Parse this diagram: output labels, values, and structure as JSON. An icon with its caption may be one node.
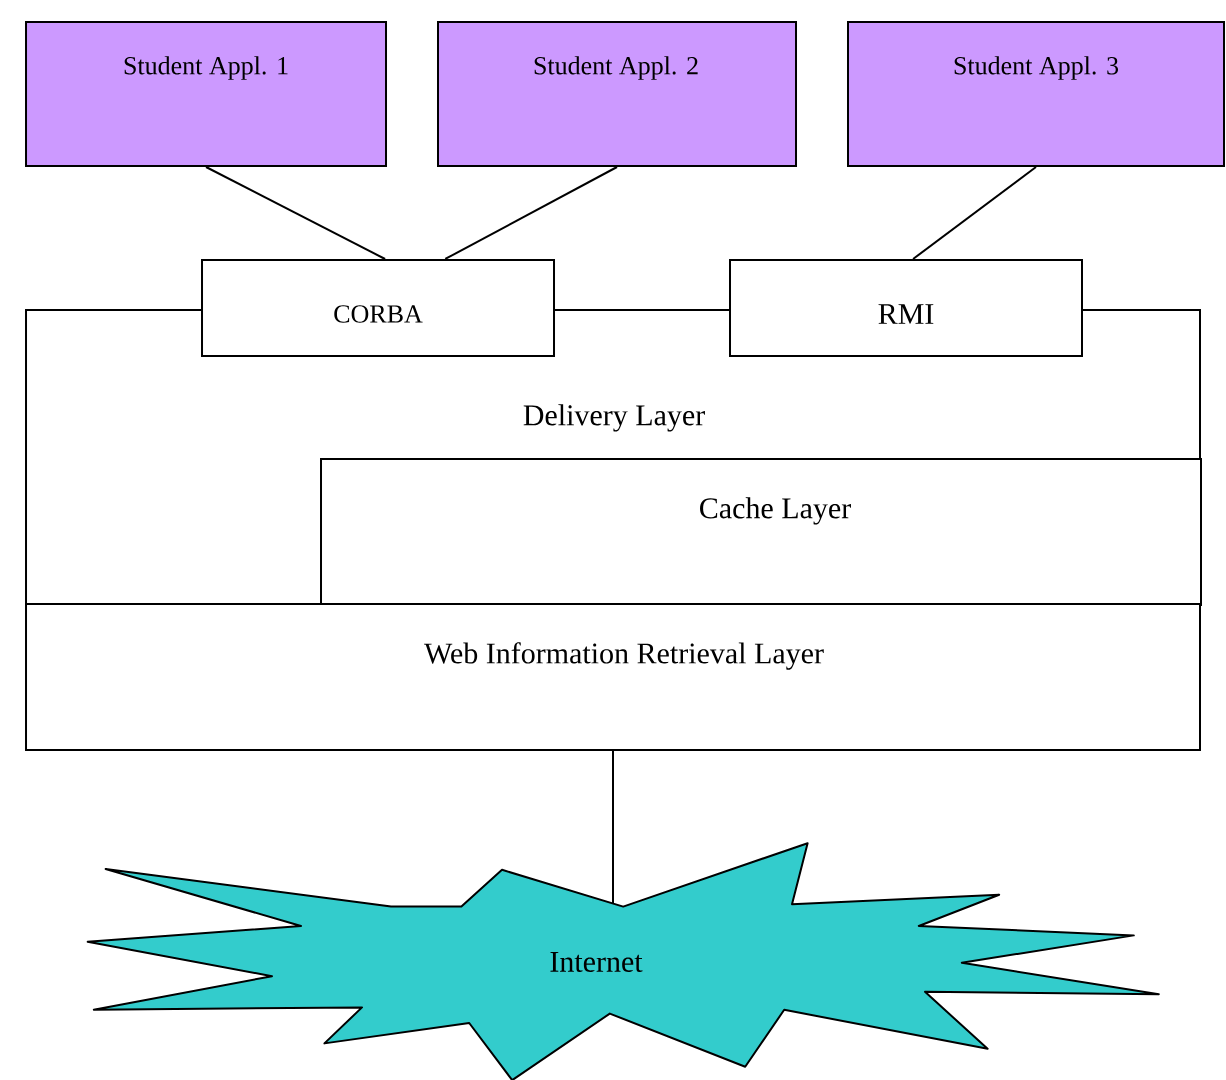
{
  "diagram": {
    "nodes": [
      {
        "text": [
          "Student Appl. 1"
        ]
      },
      {
        "text": [
          "Student Appl. 2"
        ]
      },
      {
        "text": [
          "Student Appl. 3"
        ]
      },
      {
        "text": [
          "CORBA"
        ]
      },
      {
        "text": [
          "RMI"
        ]
      },
      {
        "text": [
          "Delivery Layer"
        ]
      },
      {
        "text": [
          "Cache Layer"
        ],
        "in": 5
      },
      {
        "text": [
          "Web Information Retrieval Layer"
        ]
      },
      {
        "text": [
          "Internet"
        ]
      }
    ],
    "edges": [
      {
        "from": 0,
        "to": 3,
        "arrow": "none"
      },
      {
        "from": 1,
        "to": 3,
        "arrow": "none"
      },
      {
        "from": 2,
        "to": 4,
        "arrow": "none"
      },
      {
        "from": 7,
        "to": 8,
        "arrow": "none"
      }
    ]
  }
}
